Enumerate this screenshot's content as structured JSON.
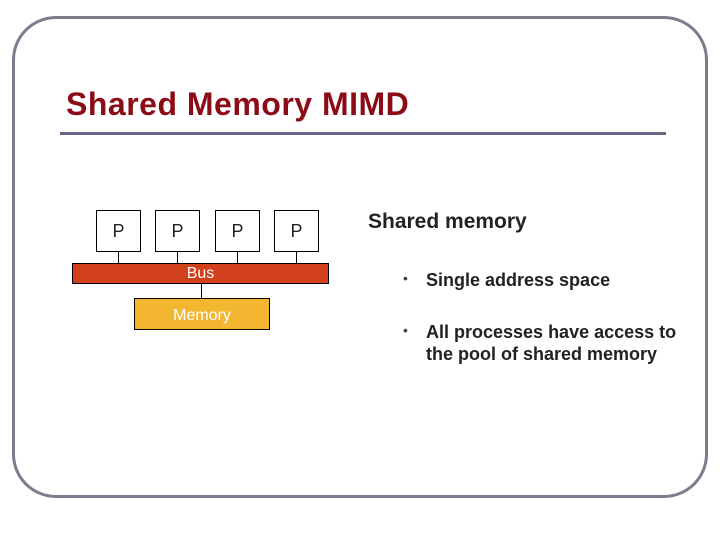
{
  "slide": {
    "title": "Shared Memory MIMD"
  },
  "diagram": {
    "processors": [
      "P",
      "P",
      "P",
      "P"
    ],
    "bus_label": "Bus",
    "memory_label": "Memory"
  },
  "notes": {
    "heading": "Shared memory",
    "bullets": [
      "Single address space",
      "All processes have access to the pool of shared memory"
    ]
  }
}
